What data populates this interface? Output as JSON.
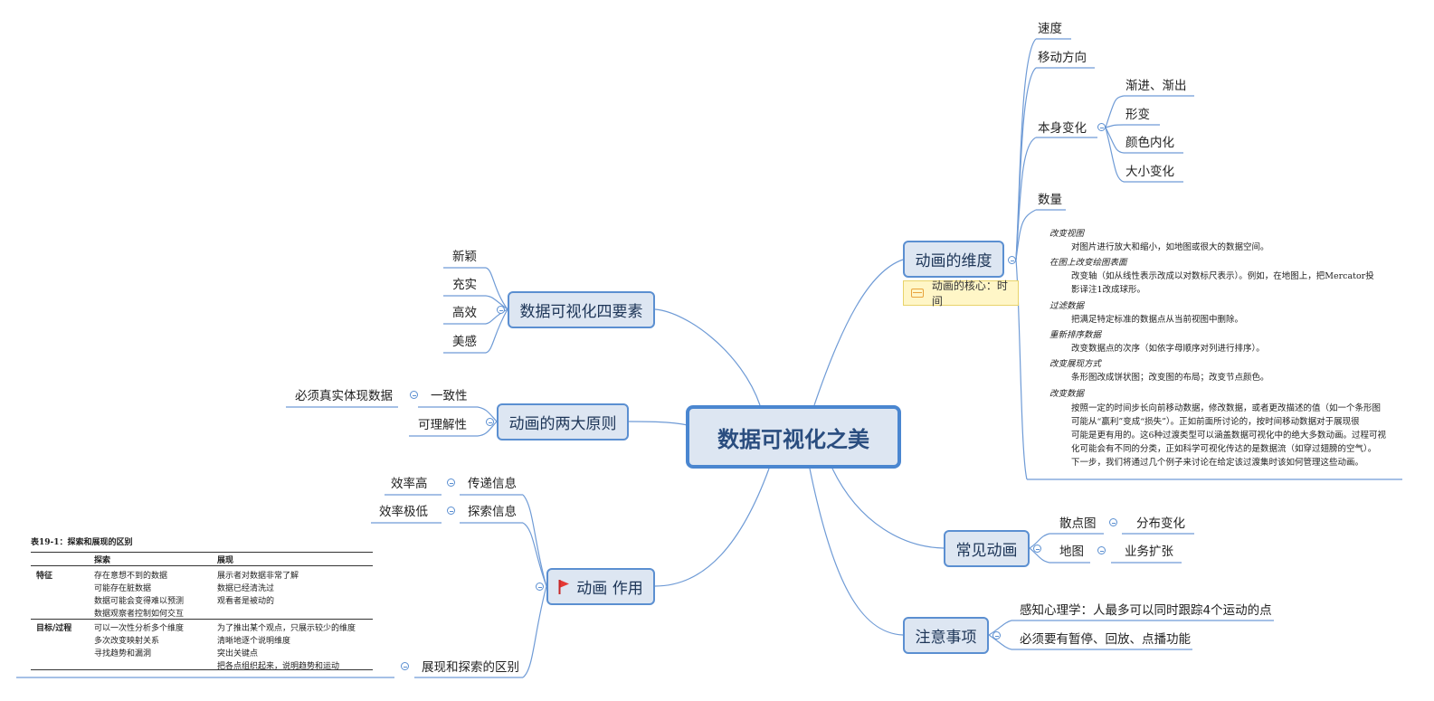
{
  "center": "数据可视化之美",
  "anim_dims": {
    "title": "动画的维度",
    "note": "动画的核心：时间",
    "speed": "速度",
    "direction": "移动方向",
    "self_change": {
      "label": "本身变化",
      "items": [
        "渐进、渐出",
        "形变",
        "颜色内化",
        "大小变化"
      ]
    },
    "quantity": {
      "label": "数量",
      "entries": [
        {
          "term": "改变视图",
          "lines": [
            "对图片进行放大和缩小，如地图或很大的数据空间。"
          ]
        },
        {
          "term": "在图上改变绘图表面",
          "lines": [
            "改变轴（如从线性表示改成以对数标尺表示）。例如，在地图上，把Mercator投",
            "影译注1改成球形。"
          ]
        },
        {
          "term": "过滤数据",
          "lines": [
            "把满足特定标准的数据点从当前视图中删除。"
          ]
        },
        {
          "term": "重新排序数据",
          "lines": [
            "改变数据点的次序（如依字母顺序对列进行排序）。"
          ]
        },
        {
          "term": "改变展现方式",
          "lines": [
            "条形图改成饼状图；改变图的布局；改变节点颜色。"
          ]
        },
        {
          "term": "改变数据",
          "lines": [
            "按照一定的时间步长向前移动数据，修改数据，或者更改描述的值（如一个条形图",
            "可能从“赢利”变成“损失”）。正如前面所讨论的，按时间移动数据对于展现很",
            "可能是更有用的。这6种过渡类型可以涵盖数据可视化中的绝大多数动画。过程可视",
            "化可能会有不同的分类，正如科学可视化传达的是数据流（如穿过翅膀的空气）。",
            "下一步，我们将通过几个例子来讨论在给定该过渡集时该如何管理这些动画。"
          ]
        }
      ]
    }
  },
  "common": {
    "title": "常见动画",
    "rows": [
      {
        "label": "散点图",
        "value": "分布变化"
      },
      {
        "label": "地图",
        "value": "业务扩张"
      }
    ]
  },
  "notes": {
    "title": "注意事项",
    "items": [
      "感知心理学：人最多可以同时跟踪4个运动的点",
      "必须要有暂停、回放、点播功能"
    ]
  },
  "four": {
    "title": "数据可视化四要素",
    "items": [
      "新颖",
      "充实",
      "高效",
      "美感"
    ]
  },
  "principles": {
    "title": "动画的两大原则",
    "consistency": "一致性",
    "consistency_detail": "必须真实体现数据",
    "understand": "可理解性"
  },
  "effect": {
    "title": "动画 作用",
    "flag_color": "#e53935",
    "deliver": "传递信息",
    "deliver_detail": "效率高",
    "explore": "探索信息",
    "explore_detail": "效率极低",
    "diff": "展现和探索的区别",
    "table": {
      "caption": "表19-1：探索和展现的区别",
      "headers": [
        "探索",
        "展现"
      ],
      "rows": [
        {
          "label": "特征",
          "explore": [
            "存在意想不到的数据",
            "可能存在脏数据",
            "数据可能会变得难以预测",
            "数据观察者控制如何交互"
          ],
          "present": [
            "展示者对数据非常了解",
            "数据已经清洗过",
            "观看者是被动的"
          ]
        },
        {
          "label": "目标/过程",
          "explore": [
            "可以一次性分析多个维度",
            "多次改变映射关系",
            "寻找趋势和漏洞"
          ],
          "present": [
            "为了推出某个观点，只展示较少的维度",
            "清晰地逐个说明维度",
            "突出关键点",
            "把各点组织起来，说明趋势和运动"
          ]
        }
      ]
    }
  },
  "colors": {
    "line": "#5b8fd1",
    "node_fill": "#dde6f2",
    "note_fill": "#fff6c7"
  }
}
